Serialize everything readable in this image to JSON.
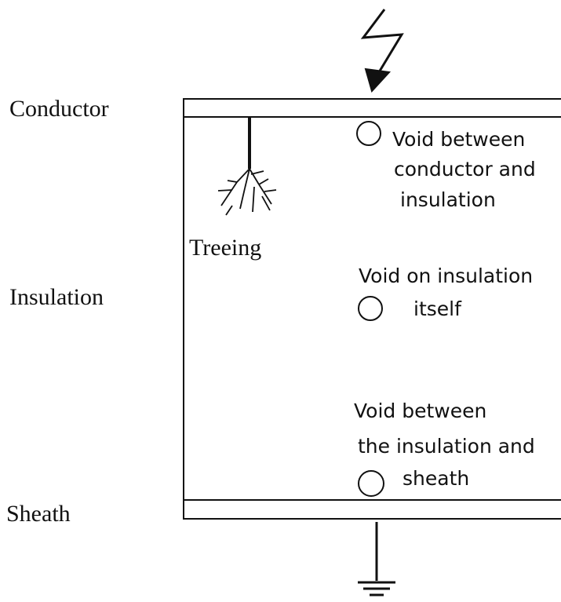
{
  "labels": {
    "conductor": "Conductor",
    "insulation": "Insulation",
    "sheath": "Sheath",
    "treeing": "Treeing"
  },
  "voids": {
    "conductor_insulation": [
      "Void between",
      "conductor and",
      "insulation"
    ],
    "insulation_itself": [
      "Void on insulation",
      "itself"
    ],
    "insulation_sheath": [
      "Void between",
      "the insulation and",
      "sheath"
    ]
  },
  "colors": {
    "line": "#111111",
    "background": "#ffffff"
  }
}
